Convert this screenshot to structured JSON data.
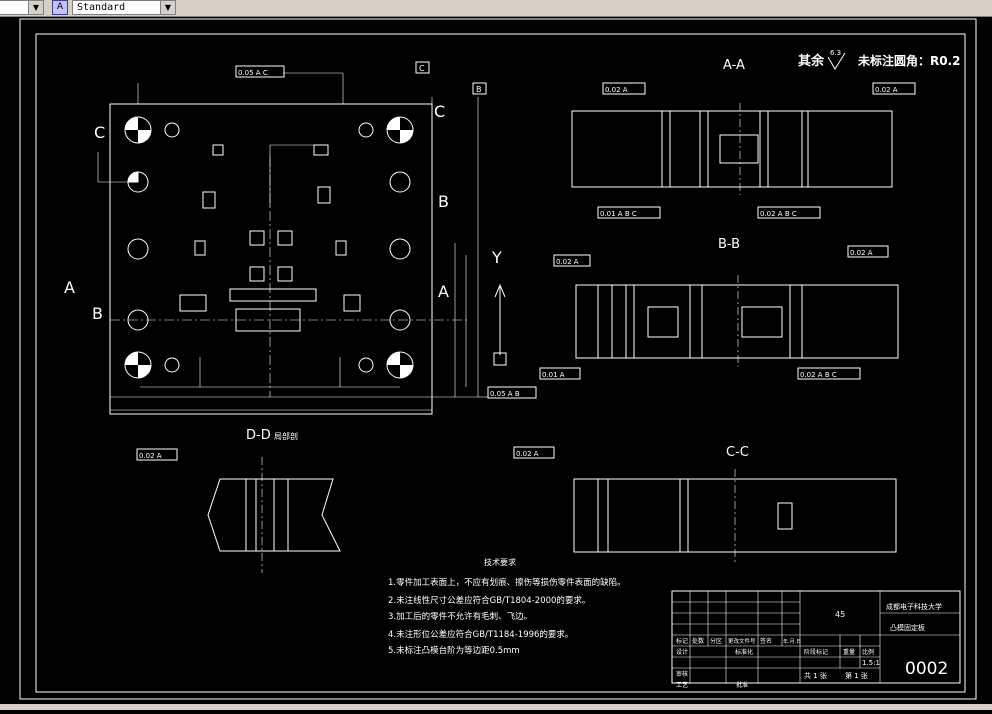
{
  "toolbar": {
    "layer_dropdown_value": "",
    "style_dropdown_value": "Standard"
  },
  "drawing": {
    "header_left": "其余",
    "roughness_main": "6.3",
    "header_note": "未标注圆角：R0.2",
    "view_labels": {
      "section_aa": "A-A",
      "section_bb": "B-B",
      "section_cc": "C-C",
      "section_dd": "D-D",
      "dd_suffix": "局部剖",
      "cut_a": "A",
      "cut_b": "B",
      "cut_c": "C",
      "axis_y": "Y"
    },
    "datum_b": "B",
    "datum_c": "C",
    "gdt_frames": [
      "0.05 A C",
      "0.02 A",
      "0.01 A B C",
      "0.02 A",
      "0.02 A B C",
      "0.02 A",
      "0.01 A",
      "0.05 A B",
      "0.02 A"
    ],
    "tech_title": "技术要求",
    "tech_notes": [
      "1.零件加工表面上，不应有划痕、擦伤等损伤零件表面的缺陷。",
      "2.未注线性尺寸公差应符合GB/T1804-2000的要求。",
      "3.加工后的零件不允许有毛刺、飞边。",
      "4.未注形位公差应符合GB/T1184-1996的要求。",
      "5.未标注凸模台阶为等边距0.5mm"
    ],
    "title_block": {
      "school": "成都电子科技大学",
      "part_name": "凸模固定板",
      "material": "45",
      "scale": "1.5:1",
      "drawing_number": "0002",
      "sheet_total": "共 1 张",
      "sheet_index": "第 1 张",
      "row_labels": [
        "标记",
        "设计",
        "审核",
        "工艺"
      ],
      "col_labels": [
        "处数",
        "分区",
        "更改文件号",
        "签名",
        "年.月.日"
      ],
      "mid_labels": [
        "标准化",
        "批准"
      ],
      "stage_labels": [
        "阶段标记",
        "重量",
        "比例"
      ]
    }
  }
}
